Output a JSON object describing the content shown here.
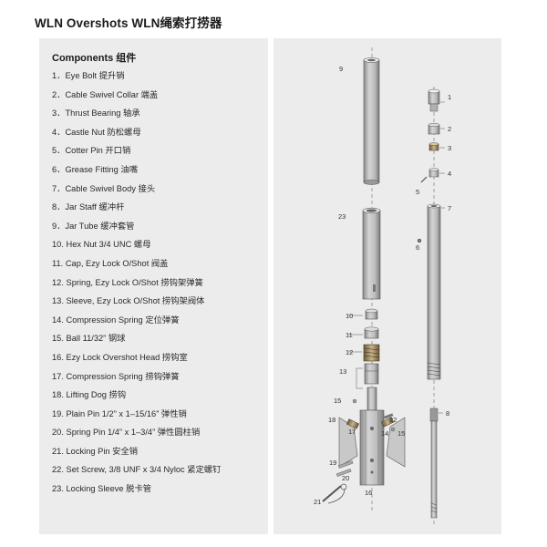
{
  "header": {
    "title": "WLN Overshots   WLN绳索打捞器"
  },
  "components": {
    "heading": "Components 组件",
    "items": [
      "1．Eye Bolt 提升销",
      "2．Cable Swivel Collar 端盖",
      "3．Thrust Bearing 轴承",
      "4．Castle Nut 防松螺母",
      "5．Cotter Pin 开口销",
      "6．Grease Fitting 油嘴",
      "7．Cable Swivel Body 接头",
      "8．Jar Staff 缓冲杆",
      "9．Jar Tube 缓冲套管",
      "10. Hex Nut 3/4 UNC 螺母",
      "11. Cap, Ezy Lock O/Shot 阀盖",
      "12.  Spring, Ezy Lock O/Shot 捞钩架弹簧",
      "13.  Sleeve, Ezy Lock O/Shot 捞钩架阀体",
      "14. Compression Spring 定位弹簧",
      "15. Ball 11/32”  钢球",
      "16. Ezy Lock Overshot Head 捞钩室",
      "17. Compression Spring 捞钩弹簧",
      "18. Lifting Dog 捞钩",
      "19.  Plain Pin 1/2”  x 1–15/16”  弹性销",
      "20. Spring Pin 1/4”  x 1–3/4”  弹性圆柱销",
      "21. Locking Pin 安全销",
      "22. Set Screw, 3/8 UNF x 3/4 Nyloc 紧定螺钉",
      "23. Locking Sleeve 脱卡管"
    ]
  },
  "diagram": {
    "labels": [
      "1",
      "2",
      "3",
      "4",
      "5",
      "6",
      "7",
      "8",
      "9",
      "10",
      "11",
      "12",
      "13",
      "14",
      "15",
      "15",
      "16",
      "17",
      "18",
      "19",
      "20",
      "21",
      "22",
      "23"
    ]
  }
}
